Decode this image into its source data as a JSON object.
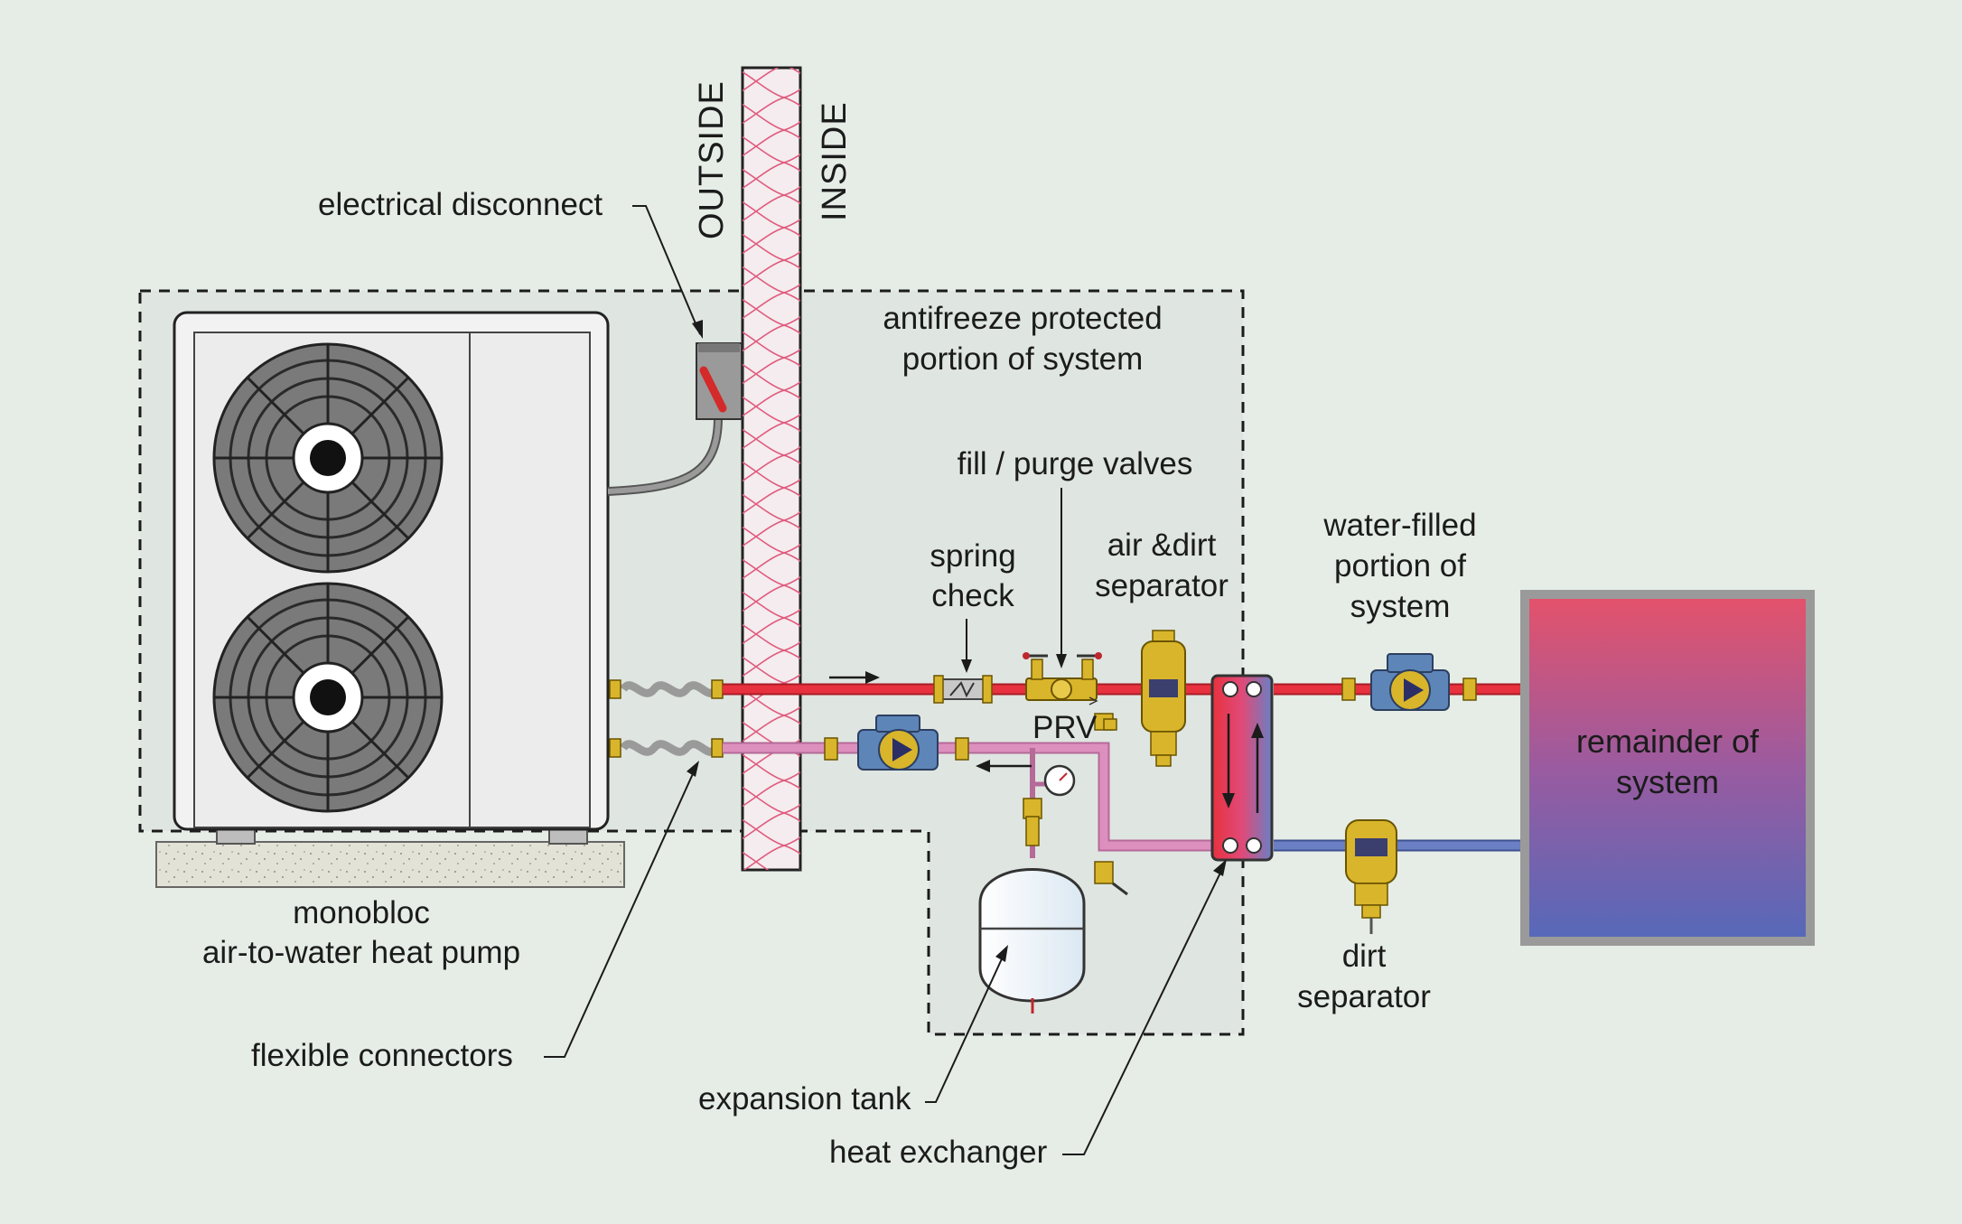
{
  "diagram": {
    "wall": {
      "outside": "OUTSIDE",
      "inside": "INSIDE"
    },
    "labels": {
      "electrical_disconnect": "electrical disconnect",
      "antifreeze_1": "antifreeze protected",
      "antifreeze_2": "portion of system",
      "fill_purge": "fill / purge valves",
      "spring_1": "spring",
      "spring_2": "check",
      "air_dirt_1": "air &dirt",
      "air_dirt_2": "separator",
      "water_filled_1": "water-filled",
      "water_filled_2": "portion of",
      "water_filled_3": "system",
      "prv": "PRV",
      "remainder_1": "remainder of",
      "remainder_2": "system",
      "monobloc_1": "monobloc",
      "monobloc_2": "air-to-water heat pump",
      "dirt_1": "dirt",
      "dirt_2": "separator",
      "flexible": "flexible connectors",
      "expansion": "expansion tank",
      "heat_exchanger": "heat exchanger"
    },
    "colors": {
      "background": "#e5ede6",
      "zone_fill": "#dfe5e1",
      "hot_pipe": "#e8313f",
      "return_pipe": "#dd8fbe",
      "cold_pipe": "#6b7fc4",
      "brass": "#d9b52b",
      "pump_blue": "#5d85b8",
      "tank_gradient_top": "#e5526a",
      "tank_gradient_bottom": "#5569b9"
    }
  }
}
